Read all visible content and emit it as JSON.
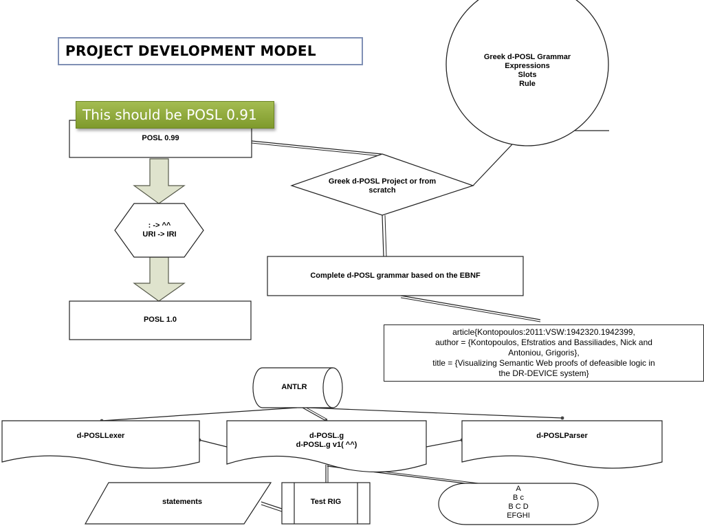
{
  "title": "PROJECT DEVELOPMENT MODEL",
  "callout": "This should be POSL 0.91",
  "nodes": {
    "grammar_circle": "Greek d-POSL Grammar\nExpressions\nSlots\nRule",
    "posl_099": "POSL 0.99",
    "decision": "Greek d-POSL Project or from\nscratch",
    "uri_iri": ": -> ^^\nURI -> IRI",
    "complete_grammar": "Complete d-POSL grammar based on the EBNF",
    "posl_10": "POSL 1.0",
    "citation": "article{Kontopoulos:2011:VSW:1942320.1942399,\nauthor = {Kontopoulos, Efstratios and Bassiliades, Nick and\nAntoniou, Grigoris},\ntitle = {Visualizing Semantic Web proofs of defeasible logic in\nthe DR-DEVICE system}",
    "antlr": "ANTLR",
    "lexer": "d-POSLLexer",
    "grammar_files": "d-POSL.g\nd-POSL.g v1( ^^)",
    "parser": "d-POSLParser",
    "statements": "statements",
    "test_rig": "Test RIG",
    "abc": "A\nB c\nB C D\nEFGHI"
  }
}
